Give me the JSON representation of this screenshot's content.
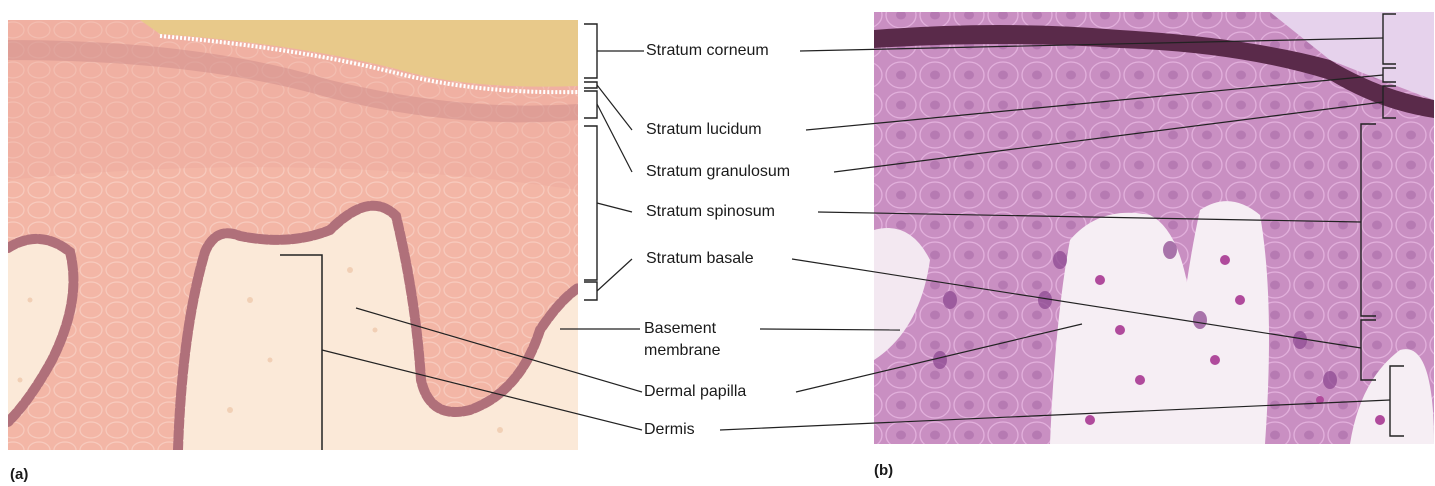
{
  "labels": {
    "stratum_corneum": "Stratum corneum",
    "stratum_lucidum": "Stratum lucidum",
    "stratum_granulosum": "Stratum granulosum",
    "stratum_spinosum": "Stratum spinosum",
    "stratum_basale": "Stratum basale",
    "basement_line1": "Basement",
    "basement_line2": "membrane",
    "dermal_papilla": "Dermal papilla",
    "dermis": "Dermis"
  },
  "panels": {
    "a": "(a)",
    "b": "(b)"
  },
  "colors": {
    "epidermis": "#f3b6a6",
    "dermis": "#fbe9d8",
    "corneum": "#e8c98a",
    "basal_cell": "#b0707a",
    "stain_light": "#c98fc2",
    "stain_dark": "#8e4a92",
    "leader": "#222222"
  }
}
